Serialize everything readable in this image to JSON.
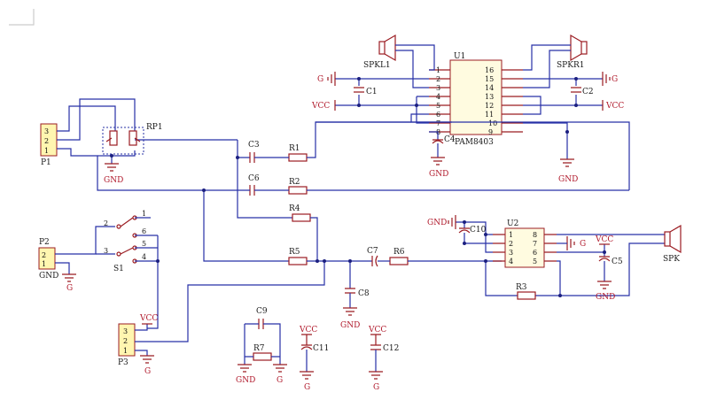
{
  "labels": {
    "u1": "U1",
    "pam8403": "PAM8403",
    "spkl1": "SPKL1",
    "spkr1": "SPKR1",
    "rp1": "RP1",
    "p1": "P1",
    "p2": "P2",
    "p3": "P3",
    "s1": "S1",
    "u2": "U2",
    "spk": "SPK",
    "c1": "C1",
    "c2": "C2",
    "c3": "C3",
    "c4": "C4",
    "c5": "C5",
    "c6": "C6",
    "c7": "C7",
    "c8": "C8",
    "c9": "C9",
    "c10": "C10",
    "c11": "C11",
    "c12": "C12",
    "r1": "R1",
    "r2": "R2",
    "r3": "R3",
    "r4": "R4",
    "r5": "R5",
    "r6": "R6",
    "r7": "R7",
    "gnd": "GND",
    "g": "G",
    "vcc": "VCC"
  },
  "u1_pins_left": [
    "1",
    "2",
    "3",
    "4",
    "5",
    "6",
    "7",
    "8"
  ],
  "u1_pins_right": [
    "16",
    "15",
    "14",
    "13",
    "12",
    "11",
    "10",
    "9"
  ],
  "u2_pins_left": [
    "1",
    "2",
    "3",
    "4"
  ],
  "u2_pins_right": [
    "8",
    "7",
    "6",
    "5"
  ],
  "p1_pins": [
    "3",
    "2",
    "1"
  ],
  "p2_pins": [
    "2",
    "1"
  ],
  "p3_pins": [
    "3",
    "2",
    "1"
  ],
  "s1_pins": [
    "2",
    "1",
    "6",
    "3",
    "5",
    "4"
  ]
}
